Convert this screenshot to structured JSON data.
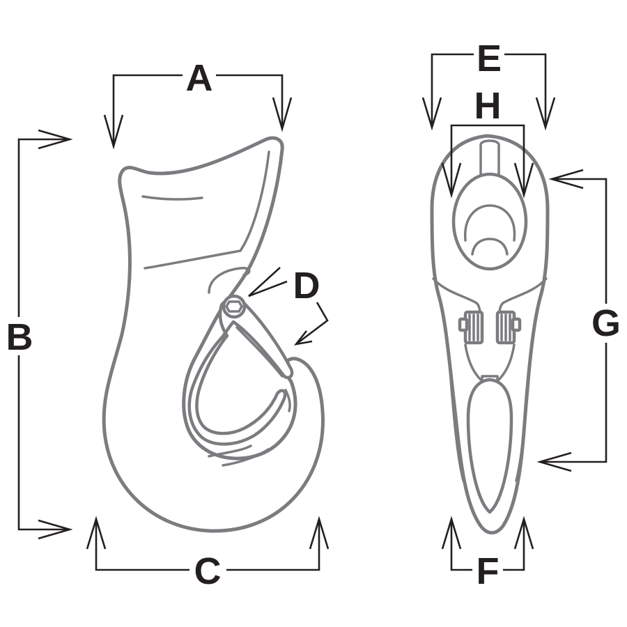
{
  "diagram": {
    "labels": {
      "a": "A",
      "b": "B",
      "c": "C",
      "d": "D",
      "e": "E",
      "f": "F",
      "g": "G",
      "h": "H"
    },
    "colors": {
      "outline": "#7b7c7f",
      "dimension": "#231f20",
      "background": "#ffffff"
    }
  }
}
